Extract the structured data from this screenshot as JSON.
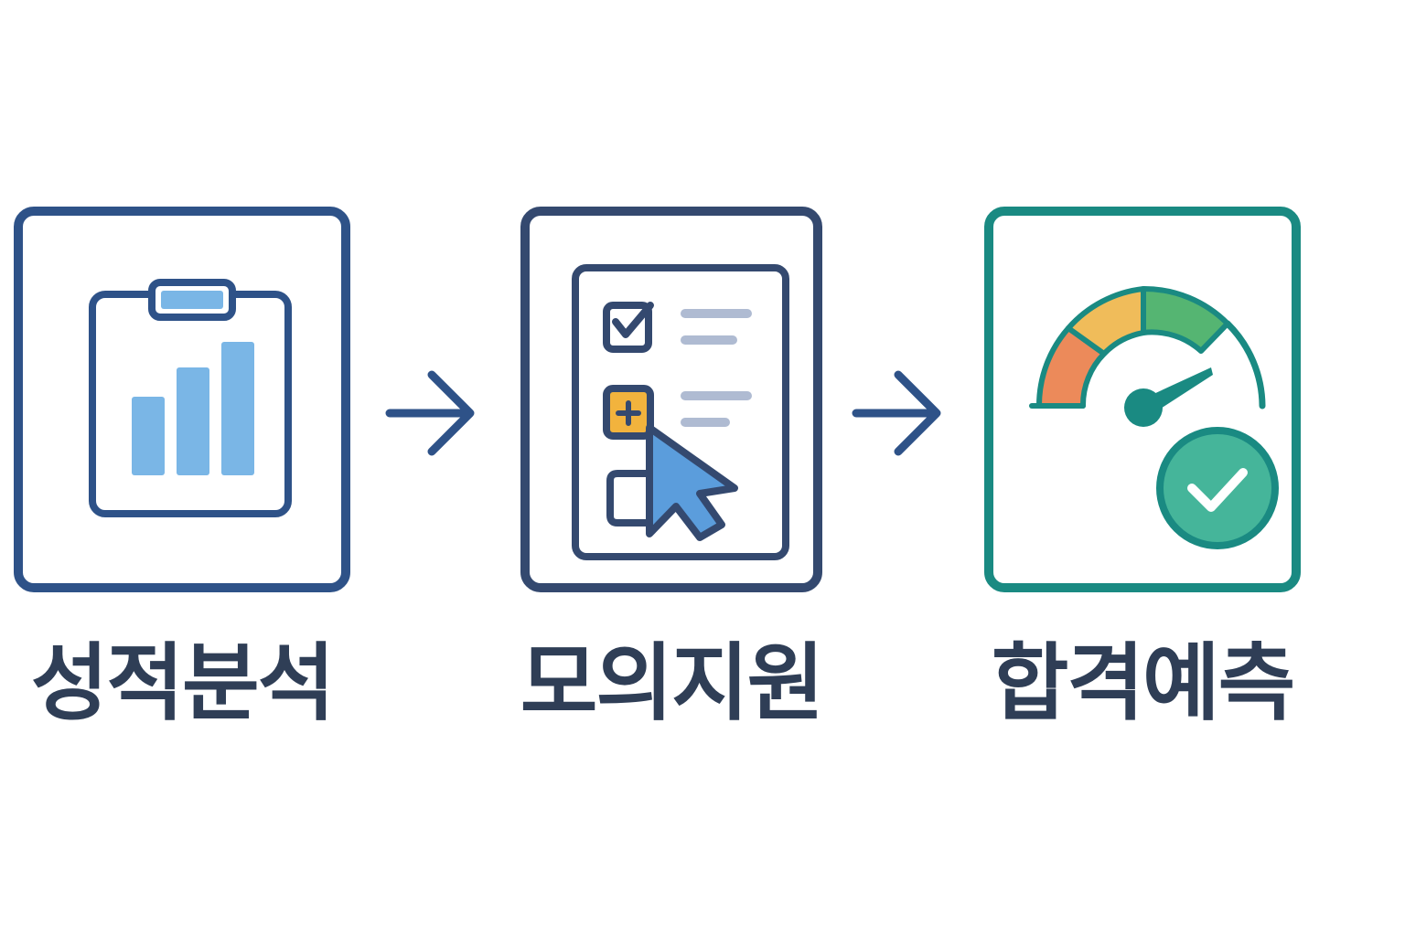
{
  "steps": [
    {
      "label": "성적분석",
      "icon": "clipboard-bar-chart-icon"
    },
    {
      "label": "모의지원",
      "icon": "checklist-form-cursor-icon"
    },
    {
      "label": "합격예측",
      "icon": "gauge-checkmark-icon"
    }
  ],
  "connectors": [
    "right-arrow-icon",
    "right-arrow-icon"
  ],
  "colors": {
    "navy": "#2E5288",
    "dark_navy": "#34496F",
    "light_blue": "#7AB6E6",
    "teal": "#1A8A82",
    "gauge_orange": "#EC8A5A",
    "gauge_yellow": "#F0BC5A",
    "gauge_green": "#55B572",
    "check_green": "#45B59A",
    "form_yellow": "#F2B33D",
    "line_gray": "#AFBBD2",
    "cursor_blue": "#5B9DDC",
    "text": "#2F3E56"
  }
}
